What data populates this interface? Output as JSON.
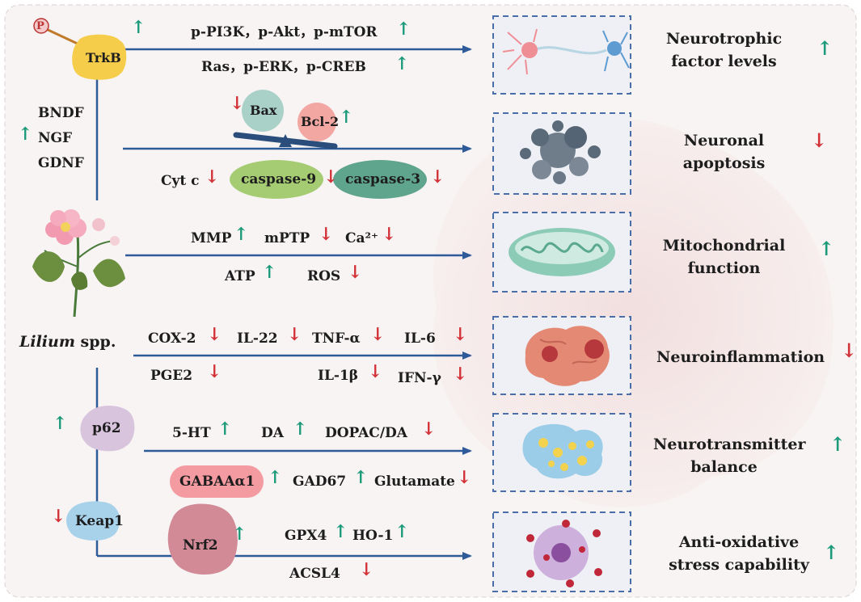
{
  "colors": {
    "up": "#1c9a7a",
    "down": "#d33338",
    "arrow": "#2e5a9a",
    "box_border": "#4a6fa8"
  },
  "pathway": {
    "trkb": {
      "label": "TrkB",
      "phospho": "P"
    },
    "line1": "p-PI3K，p-Akt，p-mTOR",
    "line2": "Ras，p-ERK，p-CREB",
    "factors": [
      "BNDF",
      "NGF",
      "GDNF"
    ],
    "bax": "Bax",
    "bcl2": "Bcl-2",
    "cytc": "Cyt c",
    "casp9": "caspase-9",
    "casp3": "caspase-3",
    "mmp": "MMP",
    "mptp": "mPTP",
    "ca": "Ca²⁺",
    "atp": "ATP",
    "ros": "ROS",
    "cox2": "COX-2",
    "il22": "IL-22",
    "tnfa": "TNF-α",
    "il6": "IL-6",
    "pge2": "PGE2",
    "il1b": "IL-1β",
    "ifng": "IFN-γ",
    "p62": "p62",
    "keap1": "Keap1",
    "ht5": "5-HT",
    "da": "DA",
    "dopac": "DOPAC/DA",
    "gabaa": "GABAAα1",
    "gad67": "GAD67",
    "glutamate": "Glutamate",
    "nrf2": "Nrf2",
    "gpx4": "GPX4",
    "ho1": "HO-1",
    "acsl4": "ACSL4"
  },
  "source": {
    "genus": "Lilium",
    "suffix": " spp."
  },
  "outcomes": [
    {
      "line1": "Neurotrophic",
      "line2": "factor levels",
      "arrow": "↑"
    },
    {
      "line1": "Neuronal",
      "line2": "apoptosis",
      "arrow": "↓"
    },
    {
      "line1": "Mitochondrial",
      "line2": "function",
      "arrow": "↑"
    },
    {
      "line1": "Neuroinflammation",
      "line2": "",
      "arrow": "↓"
    },
    {
      "line1": "Neurotransmitter",
      "line2": "balance",
      "arrow": "↑"
    },
    {
      "line1": "Anti-oxidative",
      "line2": "stress capability",
      "arrow": "↑"
    }
  ],
  "arrows": {
    "up": "↑",
    "down": "↓"
  }
}
